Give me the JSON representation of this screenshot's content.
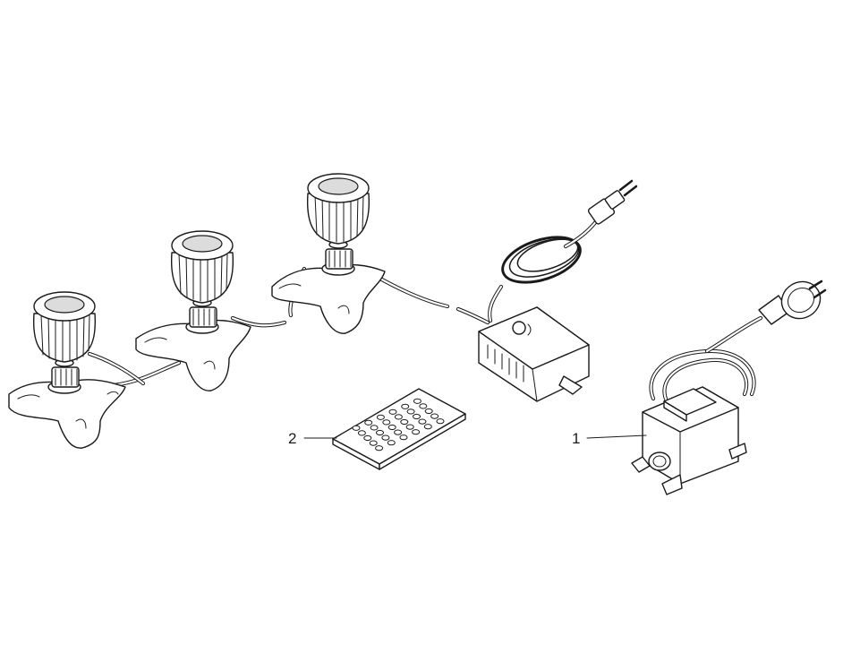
{
  "callouts": [
    {
      "id": "1",
      "label": "1"
    },
    {
      "id": "2",
      "label": "2"
    }
  ],
  "remote": {
    "key_rows": 5,
    "key_cols": 6
  }
}
